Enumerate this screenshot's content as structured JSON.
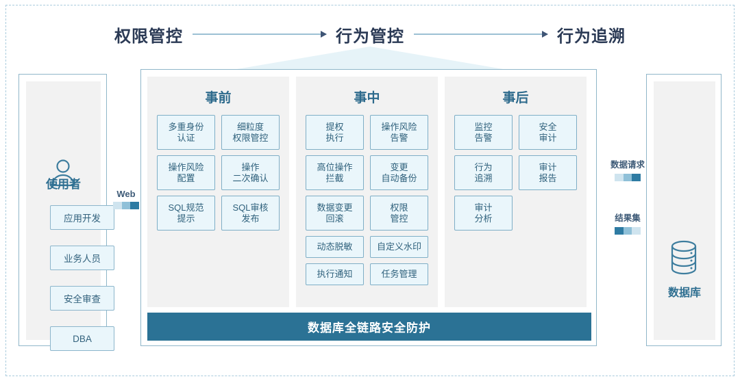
{
  "flow": {
    "steps": [
      {
        "label": "权限管控"
      },
      {
        "label": "行为管控"
      },
      {
        "label": "行为追溯"
      }
    ],
    "arrow_icon": "arrow-right-icon"
  },
  "users": {
    "icon": "person-icon",
    "title": "使用者",
    "roles": [
      {
        "label": "应用开发"
      },
      {
        "label": "业务人员"
      },
      {
        "label": "安全审查"
      },
      {
        "label": "DBA"
      }
    ]
  },
  "web_connector": {
    "label": "Web",
    "icon": "gradient-bar-right-icon"
  },
  "columns": [
    {
      "title": "事前",
      "cards": [
        {
          "label": "多重身份\n认证",
          "lines": 2
        },
        {
          "label": "细粒度\n权限管控",
          "lines": 2
        },
        {
          "label": "操作风险\n配置",
          "lines": 2
        },
        {
          "label": "操作\n二次确认",
          "lines": 2
        },
        {
          "label": "SQL规范\n提示",
          "lines": 2
        },
        {
          "label": "SQL审核\n发布",
          "lines": 2
        }
      ]
    },
    {
      "title": "事中",
      "cards": [
        {
          "label": "提权\n执行",
          "lines": 2
        },
        {
          "label": "操作风险\n告警",
          "lines": 2
        },
        {
          "label": "高位操作\n拦截",
          "lines": 2
        },
        {
          "label": "变更\n自动备份",
          "lines": 2
        },
        {
          "label": "数据变更\n回滚",
          "lines": 2
        },
        {
          "label": "权限\n管控",
          "lines": 2
        },
        {
          "label": "动态脱敏",
          "lines": 1
        },
        {
          "label": "自定义水印",
          "lines": 1
        },
        {
          "label": "执行通知",
          "lines": 1
        },
        {
          "label": "任务管理",
          "lines": 1
        }
      ]
    },
    {
      "title": "事后",
      "cards": [
        {
          "label": "监控\n告警",
          "lines": 2
        },
        {
          "label": "安全\n审计",
          "lines": 2
        },
        {
          "label": "行为\n追溯",
          "lines": 2
        },
        {
          "label": "审计\n报告",
          "lines": 2
        },
        {
          "label": "审计\n分析",
          "lines": 2
        }
      ]
    }
  ],
  "bottom_bar": {
    "label": "数据库全链路安全防护"
  },
  "db_connectors": [
    {
      "label": "数据请求",
      "direction": "right",
      "icon": "gradient-bar-right-icon"
    },
    {
      "label": "结果集",
      "direction": "left",
      "icon": "gradient-bar-left-icon"
    }
  ],
  "database": {
    "icon": "database-cylinder-icon",
    "title": "数据库"
  },
  "colors": {
    "accent": "#2b7295",
    "card_fill": "#eaf6fb",
    "card_border": "#7eaec6",
    "panel_gray": "#f2f2f2",
    "frame_dashed": "#a9cbdd",
    "heading_text": "#2b3a55",
    "peak_fill": "#e6f3f8"
  }
}
